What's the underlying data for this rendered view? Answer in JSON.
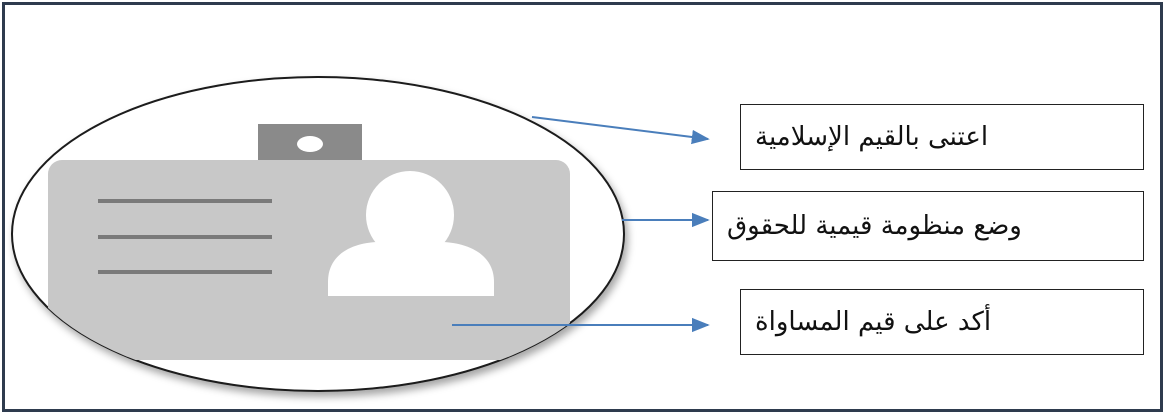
{
  "labels": {
    "item_1": "اعتنى بالقيم الإسلامية",
    "item_2": "وضع منظومة قيمية للحقوق",
    "item_3": "أكد على قيم المساواة"
  },
  "icons": {
    "central": "id-badge-icon"
  },
  "colors": {
    "frame": "#2e3b4e",
    "arrow": "#4a7ebb",
    "badge": "#c8c8c8",
    "clip": "#8a8a8a",
    "avatar": "#ffffff",
    "text_lines": "#7a7a7a"
  }
}
